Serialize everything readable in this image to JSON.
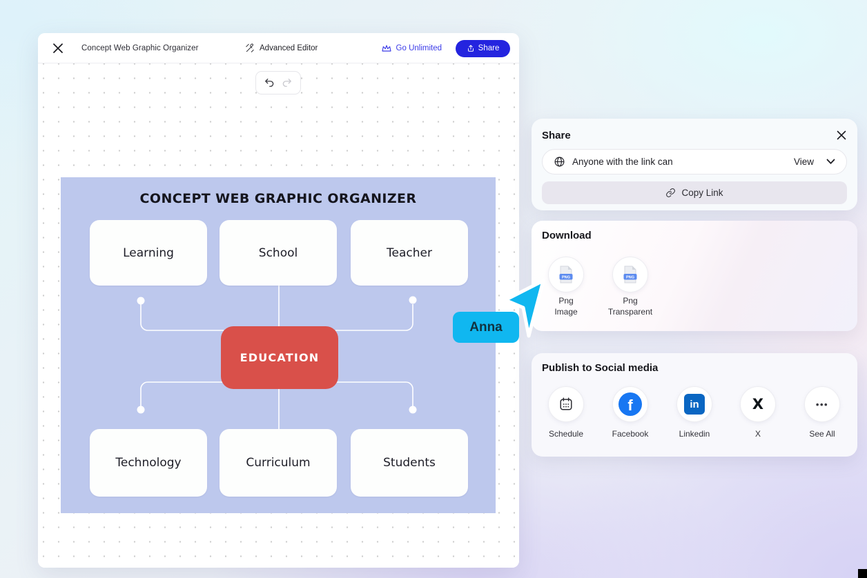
{
  "editor": {
    "topbar": {
      "title": "Concept Web Graphic Organizer",
      "advanced_editor_label": "Advanced Editor",
      "go_unlimited_label": "Go Unlimited",
      "share_label": "Share"
    },
    "diagram": {
      "title": "CONCEPT WEB GRAPHIC ORGANIZER",
      "center_node": "EDUCATION",
      "top_nodes": [
        "Learning",
        "School",
        "Teacher"
      ],
      "bottom_nodes": [
        "Technology",
        "Curriculum",
        "Students"
      ],
      "background_color": "#bdc8ed",
      "center_node_color": "#d9504a",
      "node_color": "#fdfefd"
    },
    "collaborator_cursor": {
      "name": "Anna",
      "color": "#10b7f0"
    }
  },
  "share_panel": {
    "title": "Share",
    "permission_text": "Anyone with the link can",
    "permission_value": "View",
    "copy_link_label": "Copy Link"
  },
  "download_panel": {
    "title": "Download",
    "png_badge": "PNG",
    "options": [
      {
        "line1": "Png",
        "line2": "Image"
      },
      {
        "line1": "Png",
        "line2": "Transparent"
      }
    ]
  },
  "social_panel": {
    "title": "Publish to Social media",
    "items": [
      {
        "label": "Schedule"
      },
      {
        "label": "Facebook"
      },
      {
        "label": "Linkedin"
      },
      {
        "label": "X"
      },
      {
        "label": "See All"
      }
    ]
  },
  "icons": {
    "facebook_glyph": "f",
    "linkedin_glyph": "in",
    "x_glyph": "X",
    "see_all_glyph": "•••"
  },
  "colors": {
    "accent_blue": "#2424df",
    "link_blue": "#3a3ae8",
    "cursor_cyan": "#10b7f0",
    "facebook_blue": "#1877f2",
    "linkedin_blue": "#0a66c2",
    "diagram_bg": "#bdc8ed",
    "center_red": "#d9504a"
  }
}
